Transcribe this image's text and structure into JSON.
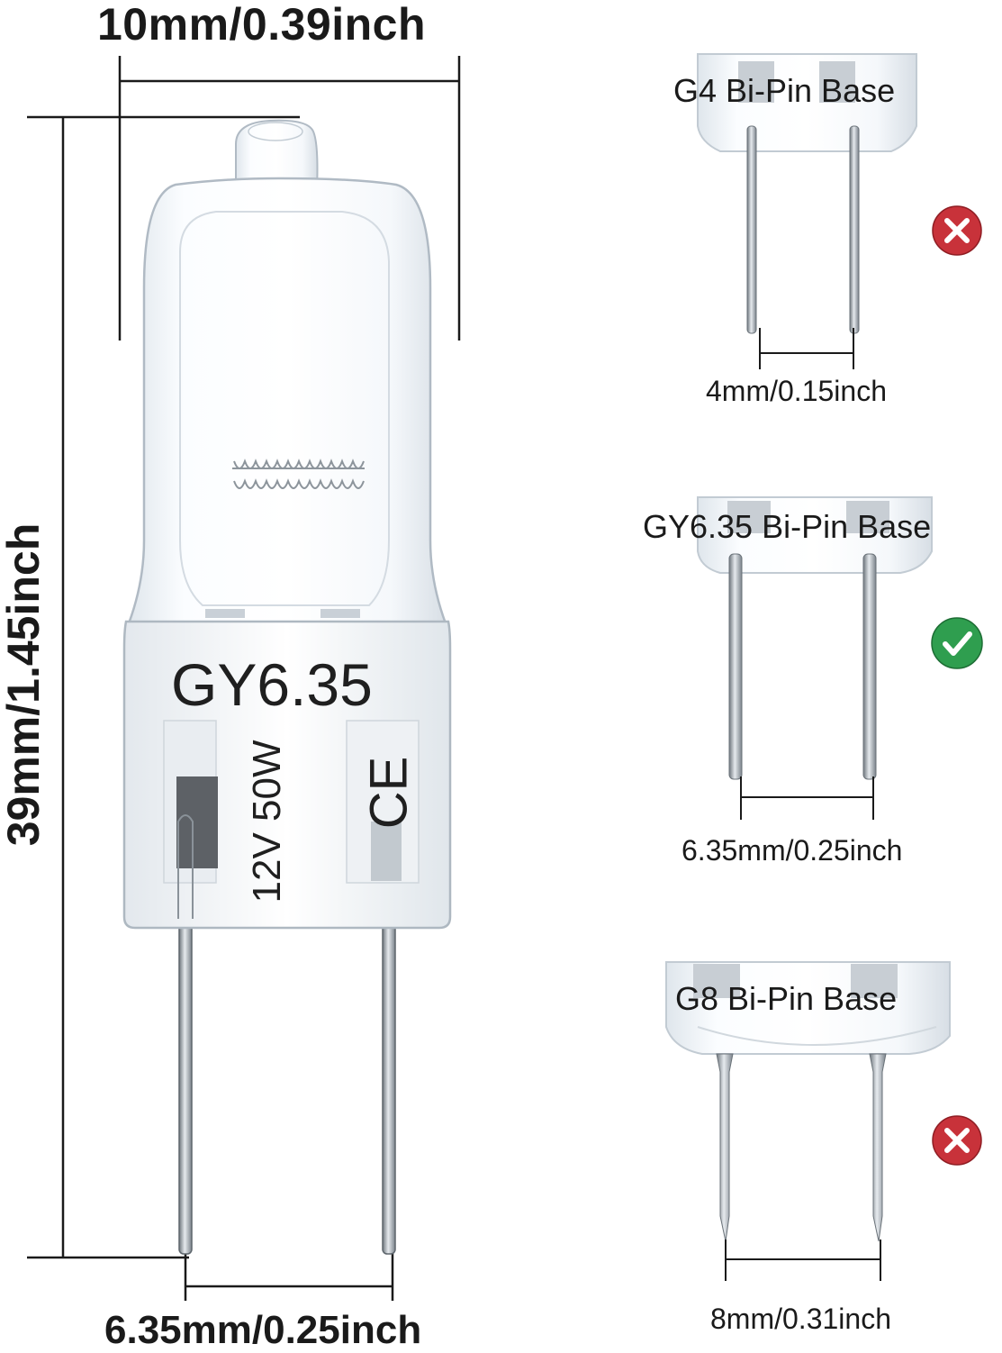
{
  "main_bulb": {
    "label_base": "GY6.35",
    "label_rating": "12V 50W",
    "label_mark": "CE",
    "width_label": "10mm/0.39inch",
    "height_label": "39mm/1.45inch",
    "pin_spacing_label": "6.35mm/0.25inch"
  },
  "base_comparisons": [
    {
      "title": "G4 Bi-Pin Base",
      "spacing": "4mm/0.15inch",
      "status": "incompatible",
      "status_icon": "x-circle-icon"
    },
    {
      "title": "GY6.35 Bi-Pin Base",
      "spacing": "6.35mm/0.25inch",
      "status": "compatible",
      "status_icon": "check-circle-icon"
    },
    {
      "title": "G8 Bi-Pin Base",
      "spacing": "8mm/0.31inch",
      "status": "incompatible",
      "status_icon": "x-circle-icon"
    }
  ],
  "colors": {
    "incompatible": "#c8323a",
    "compatible": "#2f9e4f",
    "glass_edge": "#b9c3cc",
    "pin": "#9aa3ab",
    "dim_line": "#1a1a1a"
  }
}
